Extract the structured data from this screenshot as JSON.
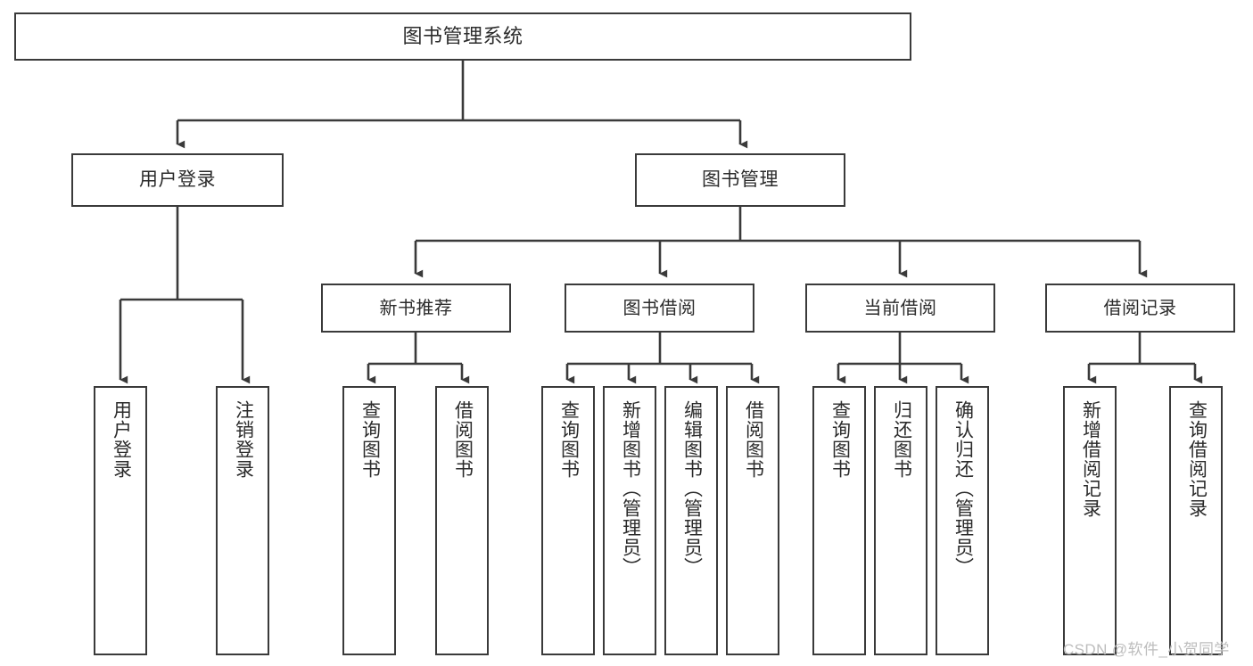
{
  "diagram": {
    "type": "tree-hierarchy-flowchart",
    "title": "图书管理系统",
    "stroke_color": "#3a3a3a",
    "text_color": "#2b2b2b",
    "background_color": "#ffffff",
    "root": {
      "id": "root",
      "label": "图书管理系统"
    },
    "level1": [
      {
        "id": "user-login",
        "label": "用户登录"
      },
      {
        "id": "book-manage",
        "label": "图书管理"
      }
    ],
    "level2": [
      {
        "id": "new-book-recommend",
        "label": "新书推荐",
        "parent": "book-manage"
      },
      {
        "id": "book-borrow",
        "label": "图书借阅",
        "parent": "book-manage"
      },
      {
        "id": "current-borrow",
        "label": "当前借阅",
        "parent": "book-manage"
      },
      {
        "id": "borrow-record",
        "label": "借阅记录",
        "parent": "book-manage"
      }
    ],
    "leaves": [
      {
        "id": "leaf-user-login",
        "label": "用户登录",
        "parent": "user-login"
      },
      {
        "id": "leaf-user-logout",
        "label": "注销登录",
        "parent": "user-login"
      },
      {
        "id": "leaf-query-book-1",
        "label": "查询图书",
        "parent": "new-book-recommend"
      },
      {
        "id": "leaf-borrow-book-1",
        "label": "借阅图书",
        "parent": "new-book-recommend"
      },
      {
        "id": "leaf-query-book-2",
        "label": "查询图书",
        "parent": "book-borrow"
      },
      {
        "id": "leaf-add-book",
        "label": "新增图书（管理员）",
        "parent": "book-borrow"
      },
      {
        "id": "leaf-edit-book",
        "label": "编辑图书（管理员）",
        "parent": "book-borrow"
      },
      {
        "id": "leaf-borrow-book-2",
        "label": "借阅图书",
        "parent": "book-borrow"
      },
      {
        "id": "leaf-query-book-3",
        "label": "查询图书",
        "parent": "current-borrow"
      },
      {
        "id": "leaf-return-book",
        "label": "归还图书",
        "parent": "current-borrow"
      },
      {
        "id": "leaf-confirm-return",
        "label": "确认归还（管理员）",
        "parent": "current-borrow"
      },
      {
        "id": "leaf-add-record",
        "label": "新增借阅记录",
        "parent": "borrow-record"
      },
      {
        "id": "leaf-query-record",
        "label": "查询借阅记录",
        "parent": "borrow-record"
      }
    ]
  },
  "watermark": {
    "text": "CSDN @软件_小贺同学"
  }
}
